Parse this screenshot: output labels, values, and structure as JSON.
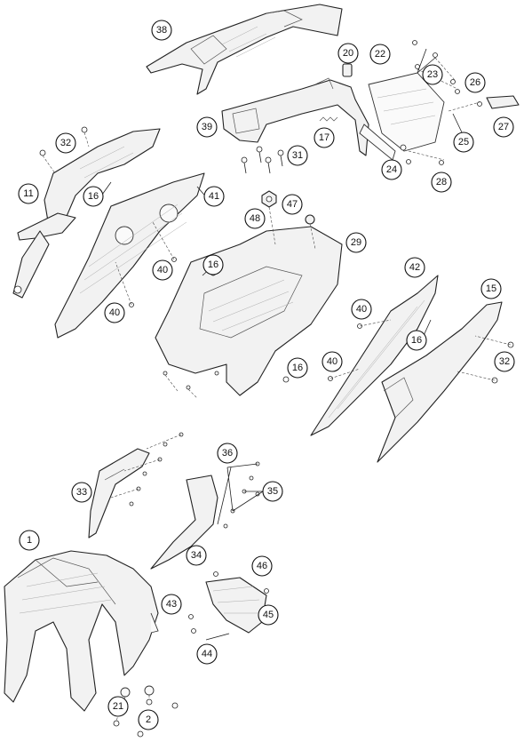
{
  "callouts": [
    {
      "id": "c38",
      "label": "38"
    },
    {
      "id": "c20",
      "label": "20"
    },
    {
      "id": "c22",
      "label": "22"
    },
    {
      "id": "c23",
      "label": "23"
    },
    {
      "id": "c26",
      "label": "26"
    },
    {
      "id": "c27",
      "label": "27"
    },
    {
      "id": "c25",
      "label": "25"
    },
    {
      "id": "c39",
      "label": "39"
    },
    {
      "id": "c17",
      "label": "17"
    },
    {
      "id": "c24",
      "label": "24"
    },
    {
      "id": "c31",
      "label": "31"
    },
    {
      "id": "c28",
      "label": "28"
    },
    {
      "id": "c32a",
      "label": "32"
    },
    {
      "id": "c11",
      "label": "11"
    },
    {
      "id": "c16a",
      "label": "16"
    },
    {
      "id": "c41",
      "label": "41"
    },
    {
      "id": "c48",
      "label": "48"
    },
    {
      "id": "c47",
      "label": "47"
    },
    {
      "id": "c29",
      "label": "29"
    },
    {
      "id": "c40a",
      "label": "40"
    },
    {
      "id": "c16b",
      "label": "16"
    },
    {
      "id": "c40b",
      "label": "40"
    },
    {
      "id": "c42",
      "label": "42"
    },
    {
      "id": "c15",
      "label": "15"
    },
    {
      "id": "c40c",
      "label": "40"
    },
    {
      "id": "c16c",
      "label": "16"
    },
    {
      "id": "c40d",
      "label": "40"
    },
    {
      "id": "c16d",
      "label": "16"
    },
    {
      "id": "c32b",
      "label": "32"
    },
    {
      "id": "c36",
      "label": "36"
    },
    {
      "id": "c33",
      "label": "33"
    },
    {
      "id": "c35",
      "label": "35"
    },
    {
      "id": "c1",
      "label": "1"
    },
    {
      "id": "c34",
      "label": "34"
    },
    {
      "id": "c46",
      "label": "46"
    },
    {
      "id": "c43",
      "label": "43"
    },
    {
      "id": "c45",
      "label": "45"
    },
    {
      "id": "c44",
      "label": "44"
    },
    {
      "id": "c21",
      "label": "21"
    },
    {
      "id": "c2",
      "label": "2"
    }
  ]
}
